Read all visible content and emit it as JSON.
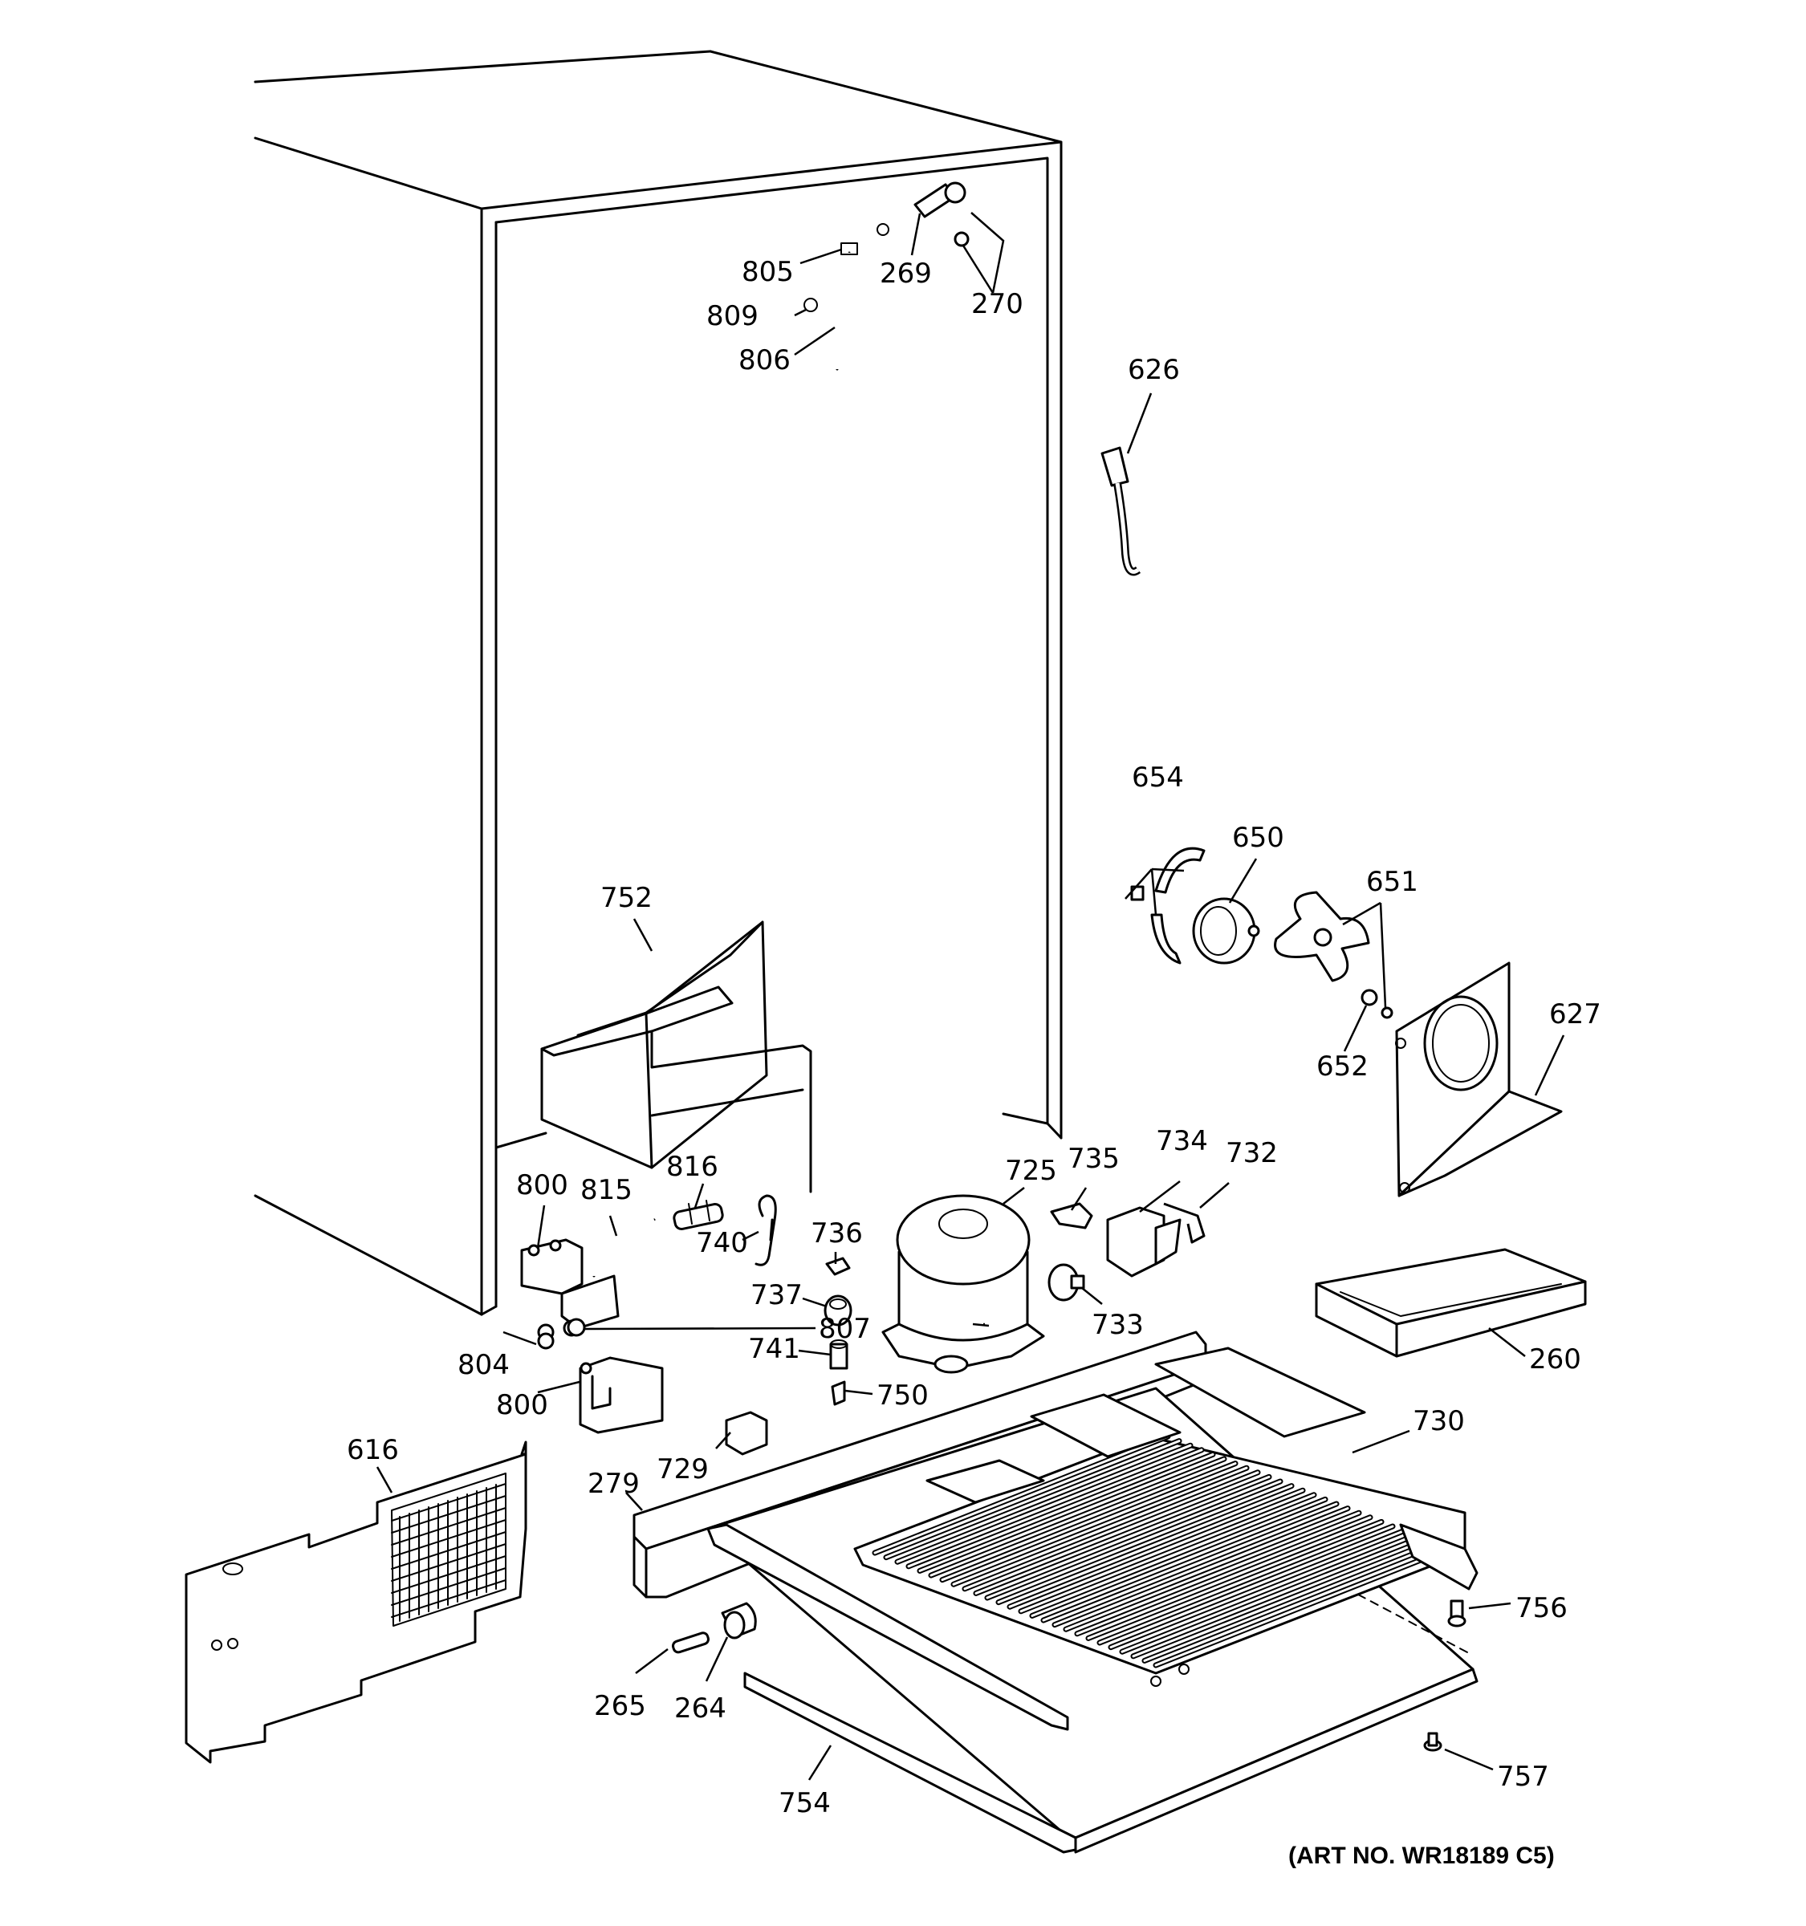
{
  "art_number": "(ART NO. WR18189 C5)",
  "labels": {
    "l805": "805",
    "l809": "809",
    "l806": "806",
    "l269": "269",
    "l270": "270",
    "l626": "626",
    "l654": "654",
    "l650": "650",
    "l651": "651",
    "l627": "627",
    "l652": "652",
    "l752": "752",
    "l800a": "800",
    "l815": "815",
    "l816": "816",
    "l725": "725",
    "l735": "735",
    "l734": "734",
    "l732": "732",
    "l740": "740",
    "l736": "736",
    "l737": "737",
    "l733": "733",
    "l807": "807",
    "l804": "804",
    "l800b": "800",
    "l741": "741",
    "l750": "750",
    "l260": "260",
    "l730": "730",
    "l616": "616",
    "l729": "729",
    "l279": "279",
    "l756": "756",
    "l265": "265",
    "l264": "264",
    "l754": "754",
    "l757": "757"
  },
  "colors": {
    "line": "#000000",
    "background": "#ffffff"
  }
}
